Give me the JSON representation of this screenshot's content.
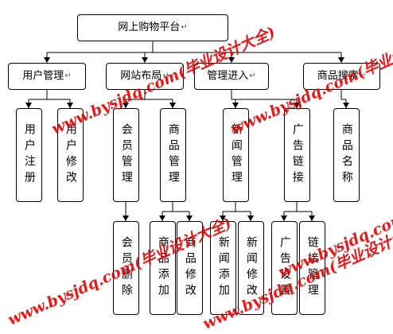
{
  "diagram": {
    "root": {
      "label": "网上购物平台"
    },
    "level1": [
      {
        "id": "user",
        "label": "用户管理"
      },
      {
        "id": "site",
        "label": "网站布局"
      },
      {
        "id": "mgmt",
        "label": "管理进入"
      },
      {
        "id": "search",
        "label": "商品搜索"
      }
    ],
    "level2": [
      {
        "id": "reg",
        "label": "用户注册",
        "parent": "user"
      },
      {
        "id": "mod",
        "label": "用户修改",
        "parent": "user"
      },
      {
        "id": "mem",
        "label": "会员管理",
        "parent": "site"
      },
      {
        "id": "goods",
        "label": "商品管理",
        "parent": "site"
      },
      {
        "id": "news",
        "label": "新闻管理",
        "parent": "mgmt"
      },
      {
        "id": "ad",
        "label": "广告链接",
        "parent": "mgmt"
      },
      {
        "id": "name",
        "label": "商品名称",
        "parent": "search"
      }
    ],
    "level3": [
      {
        "id": "del",
        "label": "会员删除",
        "parent": "mem"
      },
      {
        "id": "add",
        "label": "商品添加",
        "parent": "goods"
      },
      {
        "id": "gmod",
        "label": "商品修改",
        "parent": "goods"
      },
      {
        "id": "nadd",
        "label": "新闻添加",
        "parent": "news"
      },
      {
        "id": "nmod",
        "label": "新闻修改",
        "parent": "news"
      },
      {
        "id": "adset",
        "label": "广告设置",
        "parent": "ad"
      },
      {
        "id": "lnk",
        "label": "链接管理",
        "parent": "ad"
      }
    ],
    "paragraph_mark": "↵"
  },
  "watermark": {
    "text": "www.bysjdq.com(毕业设计大全)",
    "color": "#e60000"
  }
}
